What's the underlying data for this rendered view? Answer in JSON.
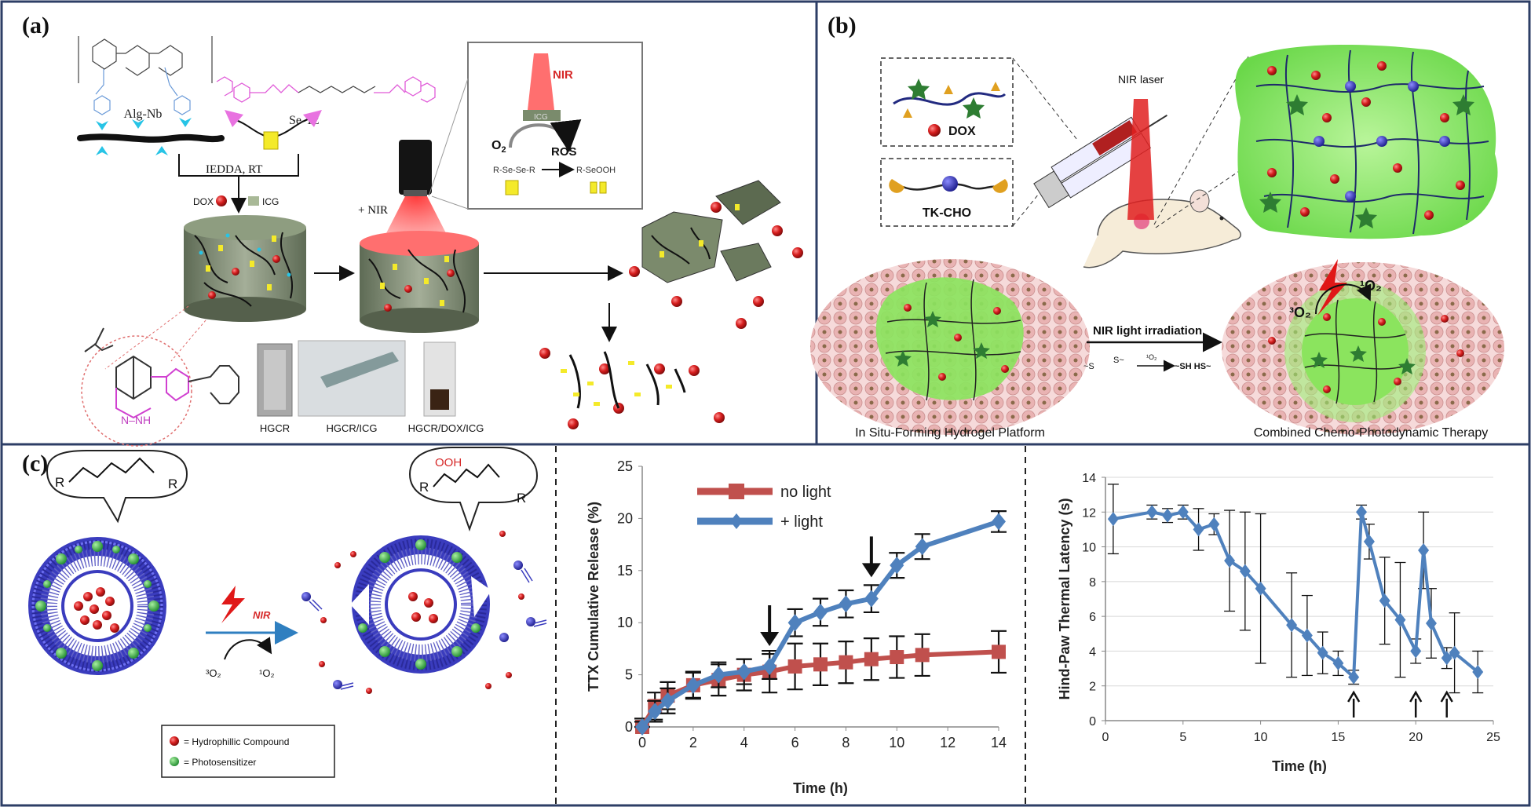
{
  "panels": {
    "a": {
      "label": "(a)",
      "alg_nb": "Alg-Nb",
      "se_tz": "Se-Tz",
      "iedda": "IEDDA, RT",
      "dox": "DOX",
      "icg_legend": "ICG",
      "plus_nir": "+ NIR",
      "inset_nir": "NIR",
      "inset_icg": "ICG",
      "inset_o2": "O",
      "inset_o2_sub": "2",
      "inset_ros": "ROS",
      "inset_rse": "R-Se-Se-R",
      "inset_rseooh": "R-SeOOH",
      "nh": "N–NH",
      "photo_labels": [
        "HGCR",
        "HGCR/ICG",
        "HGCR/DOX/ICG"
      ]
    },
    "b": {
      "label": "(b)",
      "dox": "DOX",
      "tk_cho": "TK-CHO",
      "nir_laser": "NIR laser",
      "nir_irradiation": "NIR light irradiation",
      "reaction_left": "~S",
      "reaction_s": "S~",
      "reaction_o2": "¹O₂",
      "reaction_right": "~SH  HS~",
      "caption_left": "In Situ-Forming Hydrogel Platform",
      "caption_right": "Combined Chemo-Photodynamic Therapy",
      "o2_triplet": "³O₂",
      "o2_singlet": "¹O₂"
    },
    "c": {
      "label": "(c)",
      "r_left": "R",
      "r_right": "R",
      "ooh": "OOH",
      "nir": "NIR",
      "o2_triplet": "³O₂",
      "o2_singlet": "¹O₂",
      "legend_hydrophilic": "= Hydrophillic Compound",
      "legend_photosensitizer": "= Photosensitizer"
    }
  },
  "colors": {
    "no_light": "#c0504d",
    "plus_light": "#4f81bd",
    "hydrogel_green": "#86e05a",
    "cell_pink": "#e9b5b5",
    "liposome_blue": "#3b3dbf",
    "photosensitizer_green": "#2ea84a",
    "dox_red": "#d42a2a"
  },
  "chart_data": [
    {
      "type": "line",
      "xlabel": "Time (h)",
      "ylabel": "TTX Cumulative Release (%)",
      "xlim": [
        0,
        14
      ],
      "ylim": [
        0,
        25
      ],
      "xticks": [
        0,
        2,
        4,
        6,
        8,
        10,
        12,
        14
      ],
      "yticks": [
        0,
        5,
        10,
        15,
        20,
        25
      ],
      "legend_position": "top-left",
      "arrows_at_x": [
        5,
        9
      ],
      "series": [
        {
          "name": "no light",
          "color": "#c0504d",
          "marker": "square",
          "x": [
            0,
            0.5,
            1,
            2,
            3,
            4,
            5,
            6,
            7,
            8,
            9,
            10,
            11,
            14
          ],
          "y": [
            0,
            2.0,
            3.0,
            4.0,
            4.5,
            5.0,
            5.3,
            5.8,
            6.0,
            6.2,
            6.5,
            6.7,
            6.9,
            7.2
          ],
          "err": [
            0.8,
            1.3,
            1.3,
            1.3,
            1.5,
            1.5,
            2.0,
            2.2,
            2.0,
            2.0,
            2.0,
            2.0,
            2.0,
            2.0
          ]
        },
        {
          "name": "+ light",
          "color": "#4f81bd",
          "marker": "diamond",
          "x": [
            0,
            0.5,
            1,
            2,
            3,
            4,
            5,
            6,
            7,
            8,
            9,
            10,
            11,
            14
          ],
          "y": [
            0,
            1.5,
            2.5,
            4.0,
            5.0,
            5.3,
            5.8,
            10.0,
            11.0,
            11.8,
            12.3,
            15.5,
            17.3,
            19.7
          ],
          "err": [
            0.5,
            1.0,
            1.2,
            1.2,
            1.2,
            1.2,
            1.2,
            1.3,
            1.3,
            1.3,
            1.3,
            1.2,
            1.2,
            1.0
          ]
        }
      ]
    },
    {
      "type": "line",
      "xlabel": "Time (h)",
      "ylabel": "Hind-Paw Thermal Latency (s)",
      "xlim": [
        0,
        25
      ],
      "ylim": [
        0,
        14
      ],
      "xticks": [
        0,
        5,
        10,
        15,
        20,
        25
      ],
      "yticks": [
        0,
        2,
        4,
        6,
        8,
        10,
        12,
        14
      ],
      "arrows_at_x": [
        16,
        20,
        22
      ],
      "series": [
        {
          "color": "#4f81bd",
          "marker": "diamond",
          "x": [
            0.5,
            3,
            4,
            5,
            6,
            7,
            8,
            9,
            10,
            12,
            13,
            14,
            15,
            16,
            16.5,
            17,
            18,
            19,
            20,
            20.5,
            21,
            22,
            22.5,
            24
          ],
          "y": [
            11.6,
            12.0,
            11.8,
            12.0,
            11.0,
            11.3,
            9.2,
            8.6,
            7.6,
            5.5,
            4.9,
            3.9,
            3.3,
            2.5,
            12.0,
            10.3,
            6.9,
            5.8,
            4.0,
            9.8,
            5.6,
            3.6,
            3.9,
            2.8
          ],
          "err": [
            2.0,
            0.4,
            0.4,
            0.4,
            1.2,
            0.6,
            2.9,
            3.4,
            4.3,
            3.0,
            2.3,
            1.2,
            0.7,
            0.4,
            0.4,
            1.0,
            2.5,
            3.3,
            0.7,
            2.2,
            2.0,
            0.6,
            2.3,
            1.2
          ]
        }
      ]
    }
  ]
}
